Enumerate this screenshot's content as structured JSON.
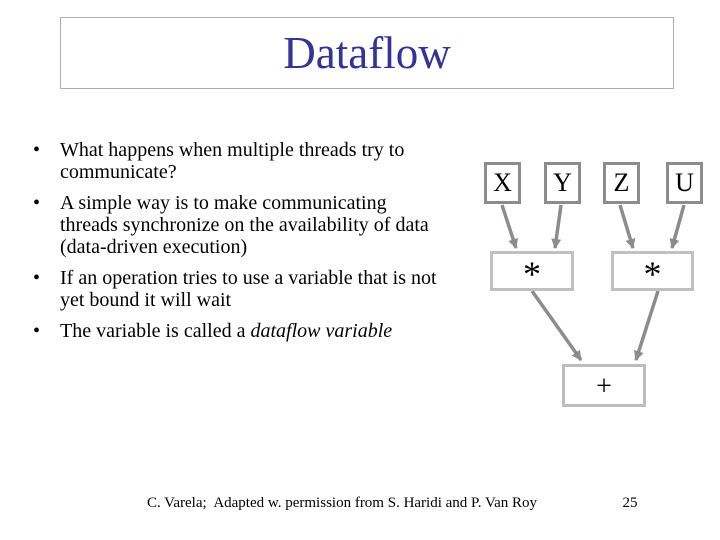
{
  "slide": {
    "title": "Dataflow",
    "bullet_char": "•",
    "bullets": [
      {
        "lines": [
          "What happens when multiple threads try to",
          "communicate?"
        ],
        "italic": ""
      },
      {
        "lines": [
          "A simple way is to make communicating",
          "threads synchronize on the availability of data",
          "(data-driven execution)"
        ],
        "italic": ""
      },
      {
        "lines": [
          "If an operation tries to use a variable that is not",
          "yet bound it will wait"
        ],
        "italic": ""
      },
      {
        "lines": [
          "The variable is called a "
        ],
        "italic": "dataflow variable"
      }
    ],
    "diagram": {
      "var_boxes": [
        {
          "label": "X"
        },
        {
          "label": "Y"
        },
        {
          "label": "Z"
        },
        {
          "label": "U"
        }
      ],
      "op_boxes": [
        {
          "label": "*"
        },
        {
          "label": "*"
        }
      ],
      "result_box": {
        "label": "+"
      }
    },
    "footer": {
      "credit": "C. Varela;  Adapted w. permission from S. Haridi and P. Van Roy",
      "page": "25"
    },
    "colors": {
      "background": "#ffffff",
      "title_text": "#333399",
      "body_text": "#000000",
      "title_box_border": "#adadad",
      "var_box_border": "#8c8c8c",
      "op_box_border": "#c0c0c0",
      "arrow": "#8c8c8c"
    }
  }
}
